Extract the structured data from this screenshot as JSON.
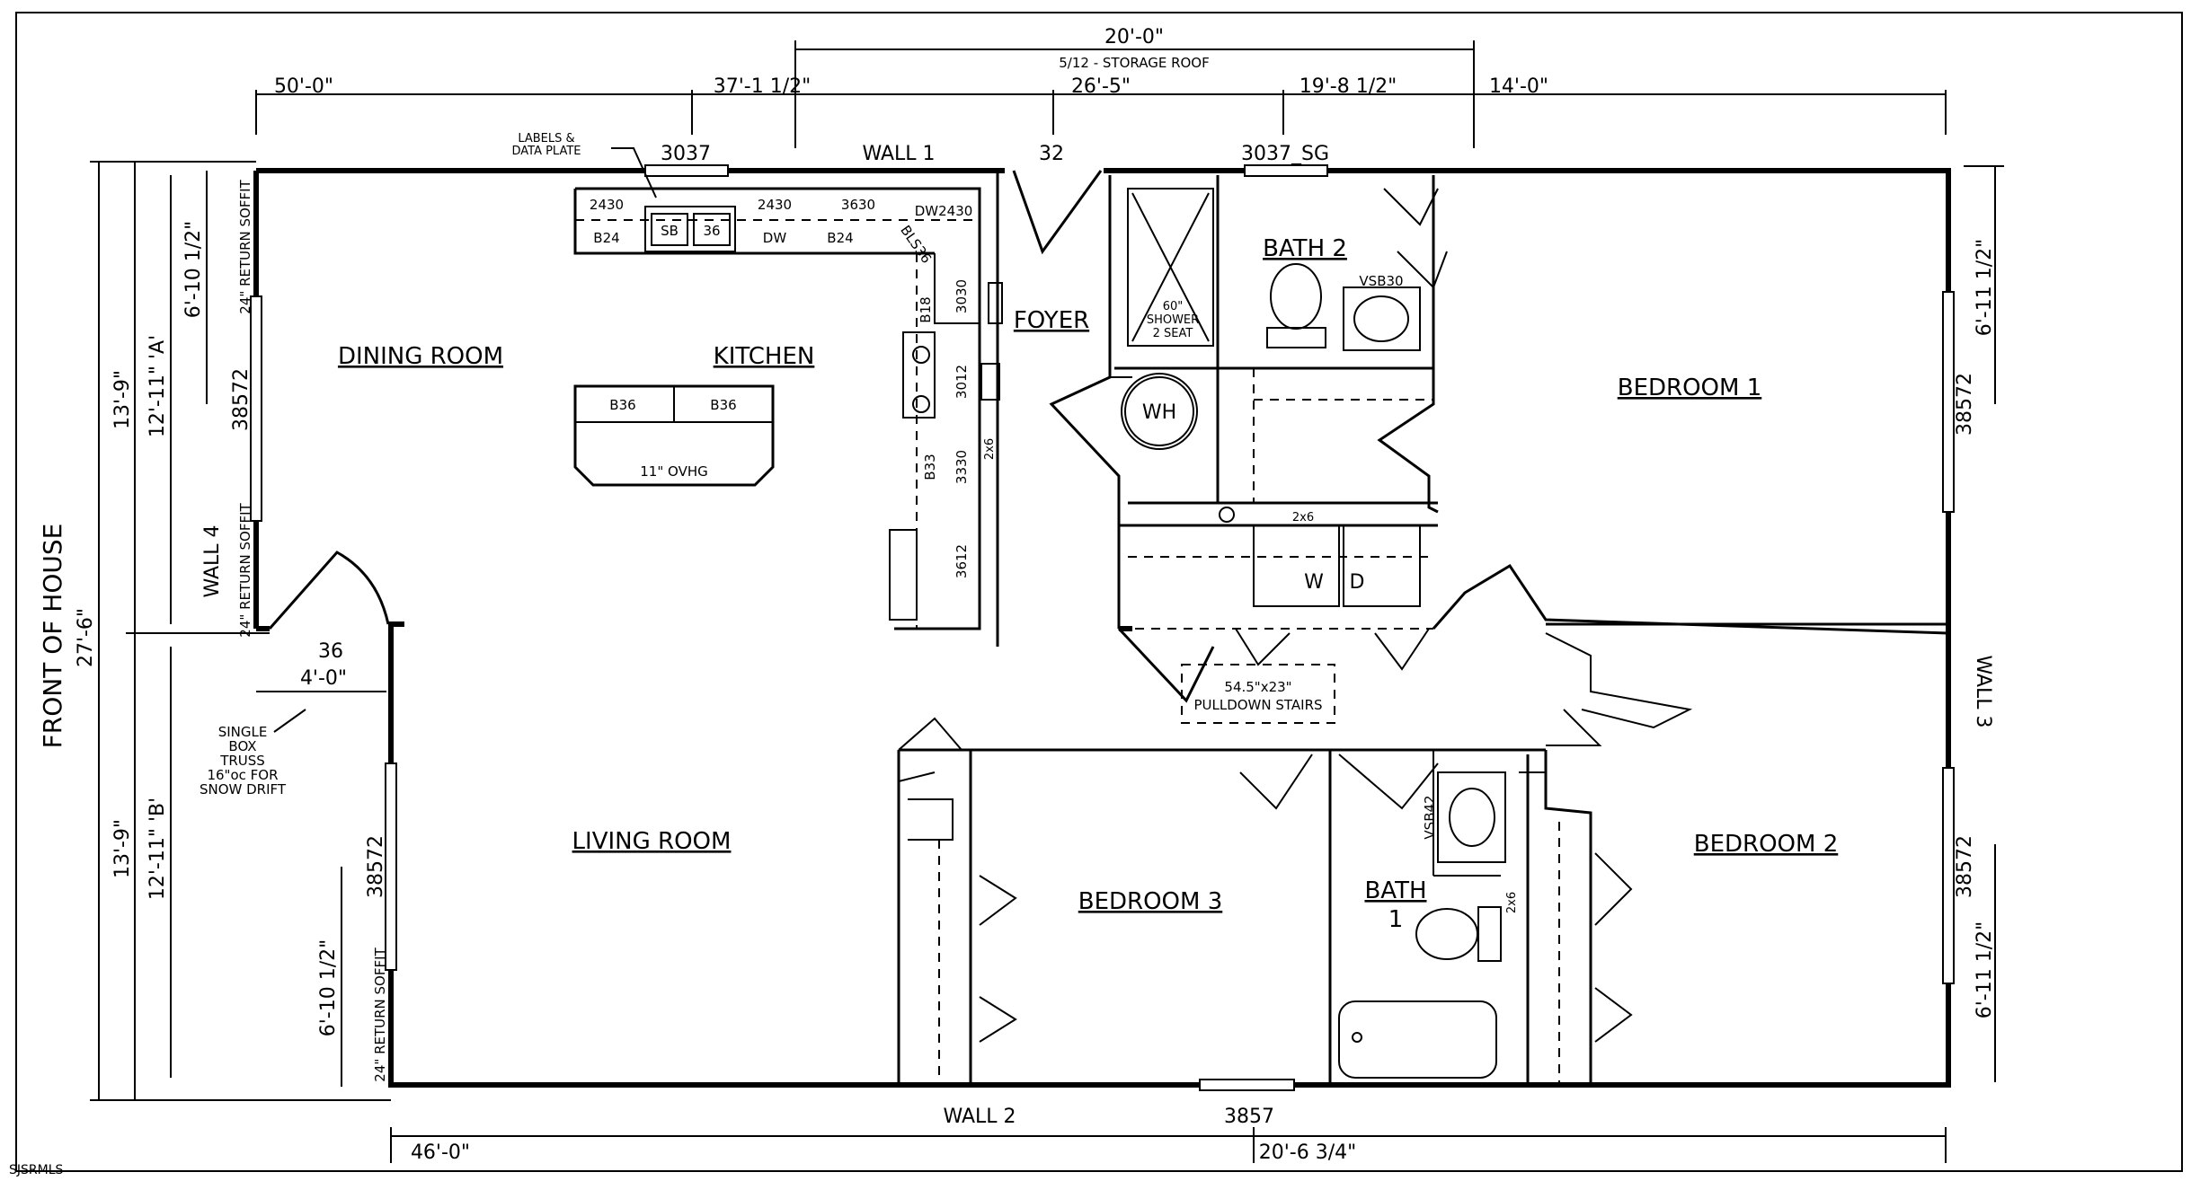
{
  "dimensions": {
    "top": [
      "20'-0\"",
      "50'-0\"",
      "37'-1 1/2\"",
      "26'-5\"",
      "19'-8 1/2\"",
      "14'-0\""
    ],
    "bottom": [
      "46'-0\"",
      "20'-6 3/4\""
    ],
    "left": [
      "27'-6\"",
      "13'-9\"",
      "12'-11\" 'A'",
      "6'-10 1/2\"",
      "13'-9\"",
      "12'-11\" 'B'",
      "6'-10 1/2\""
    ],
    "right": [
      "6'-11 1/2\"",
      "6'-11 1/2\""
    ],
    "entry_width": "4'-0\""
  },
  "notes": {
    "storage_roof": "5/12 - STORAGE ROOF",
    "front_of_house": "FRONT OF HOUSE",
    "labels_plate": [
      "LABELS &",
      "DATA PLATE"
    ],
    "truss": [
      "SINGLE",
      "BOX",
      "TRUSS",
      "16\"oc FOR",
      "SNOW DRIFT"
    ],
    "pulldown": [
      "54.5\"x23\"",
      "PULLDOWN STAIRS"
    ],
    "shower": [
      "60\"",
      "SHOWER",
      "2 SEAT"
    ],
    "ovhg": "11\" OVHG",
    "soffit": "24\" RETURN SOFFIT"
  },
  "walls": {
    "wall1": "WALL 1",
    "wall2": "WALL 2",
    "wall3": "WALL 3",
    "wall4": "WALL 4"
  },
  "rooms": {
    "dining": "DINING ROOM",
    "kitchen": "KITCHEN",
    "foyer": "FOYER",
    "bath2": "BATH 2",
    "bedroom1": "BEDROOM 1",
    "living": "LIVING ROOM",
    "bedroom3": "BEDROOM 3",
    "bath1": [
      "BATH",
      "1"
    ],
    "bedroom2": "BEDROOM 2"
  },
  "windows": {
    "w3037": "3037",
    "door32": "32",
    "w3037sg": "3037_SG",
    "door36": "36",
    "w38572": "38572",
    "w3857": "3857"
  },
  "cabinets": [
    "2430",
    "B24",
    "SB",
    "36",
    "2430",
    "DW",
    "3630",
    "B24",
    "DW2430",
    "BLS36",
    "B18",
    "3030",
    "3012",
    "B33",
    "3330",
    "3612",
    "B36",
    "B36",
    "2x6",
    "2x6",
    "2x6"
  ],
  "fixtures": {
    "wh": "WH",
    "vsb30": "VSB30",
    "vsb42": "VSB42",
    "washer": "W",
    "dryer": "D"
  },
  "watermark": "SJSRMLS"
}
